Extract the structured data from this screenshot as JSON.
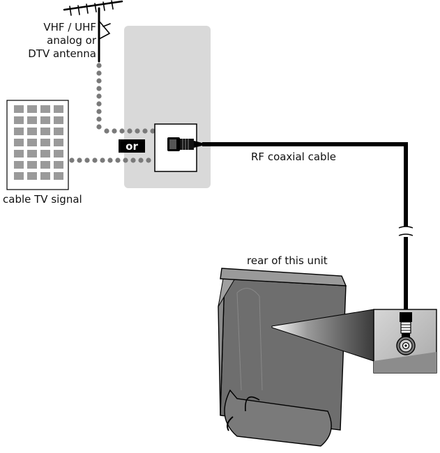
{
  "labels": {
    "antenna": [
      "VHF / UHF",
      "analog or",
      "DTV antenna"
    ],
    "or_badge": "or",
    "cable_tv": "cable TV signal",
    "rf_cable": "RF coaxial cable",
    "rear_unit": "rear of this unit"
  },
  "colors": {
    "wall": "#d9d9d9",
    "dots": "#7a7a7a",
    "cable": "#000000",
    "tv_body": "#6e6e6e",
    "tv_side": "#8a8a8a",
    "tv_top": "#a0a0a0",
    "zoom_panel": "#bdbdbd",
    "building": "#9a9a9a"
  }
}
